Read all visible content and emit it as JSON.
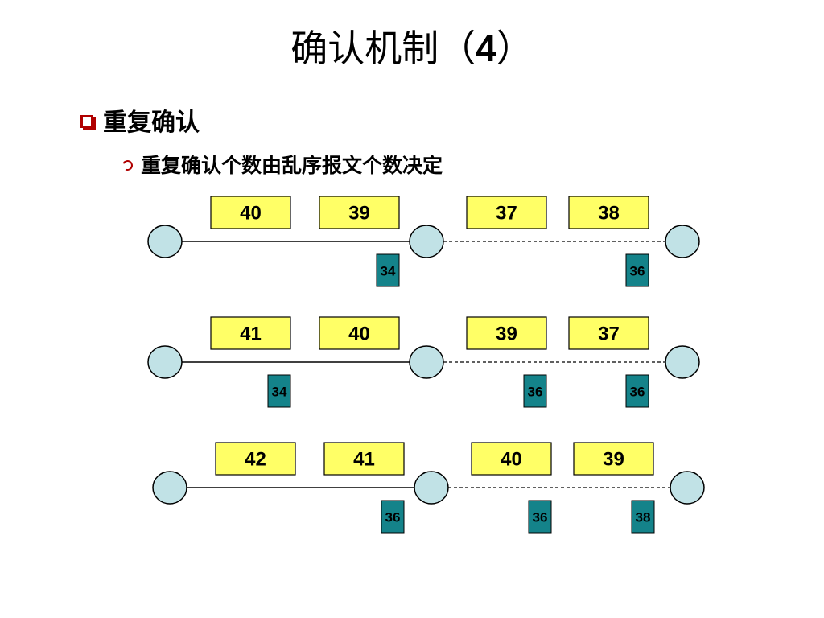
{
  "title": {
    "text": "确认机制（",
    "number": "4",
    "close": "）"
  },
  "bullet1": {
    "text": "重复确认"
  },
  "bullet2": {
    "text": "重复确认个数由乱序报文个数决定"
  },
  "rows": [
    {
      "packets_left": [
        "40",
        "39"
      ],
      "packets_right": [
        "37",
        "38"
      ],
      "acks_left": [
        "34"
      ],
      "acks_right": [
        "36"
      ]
    },
    {
      "packets_left": [
        "41",
        "40"
      ],
      "packets_right": [
        "39",
        "37"
      ],
      "acks_left": [
        "34"
      ],
      "acks_right": [
        "36",
        "36"
      ]
    },
    {
      "packets_left": [
        "42",
        "41"
      ],
      "packets_right": [
        "40",
        "39"
      ],
      "acks_left": [
        "36"
      ],
      "acks_right": [
        "36",
        "38"
      ]
    }
  ],
  "colors": {
    "packet_fill": "#ffff66",
    "ack_fill": "#14838a",
    "node_fill": "#c1e2e6",
    "bullet_mark": "#b00000"
  }
}
